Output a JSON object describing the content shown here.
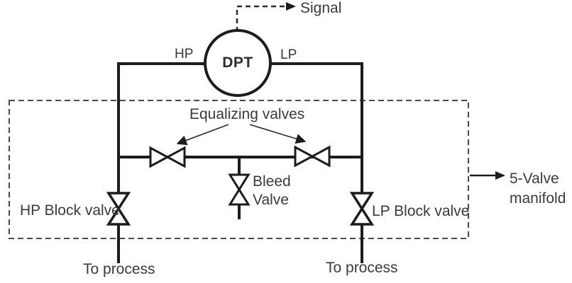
{
  "diagram": {
    "kind": "differential-pressure-transmitter-5-valve-manifold",
    "instrument": {
      "tag": "DPT",
      "hp_port_label": "HP",
      "lp_port_label": "LP"
    },
    "signal_label": "Signal",
    "equalizing_label": "Equalizing valves",
    "bleed_label": [
      "Bleed",
      "Valve"
    ],
    "hp_block_label": "HP Block valve",
    "lp_block_label": "LP Block valve",
    "to_process_left": "To process",
    "to_process_right": "To process",
    "manifold_label": [
      "5-Valve",
      "manifold"
    ],
    "colors": {
      "line": "#1c1c1c",
      "text": "#3a3a3a",
      "background": "#ffffff"
    }
  }
}
